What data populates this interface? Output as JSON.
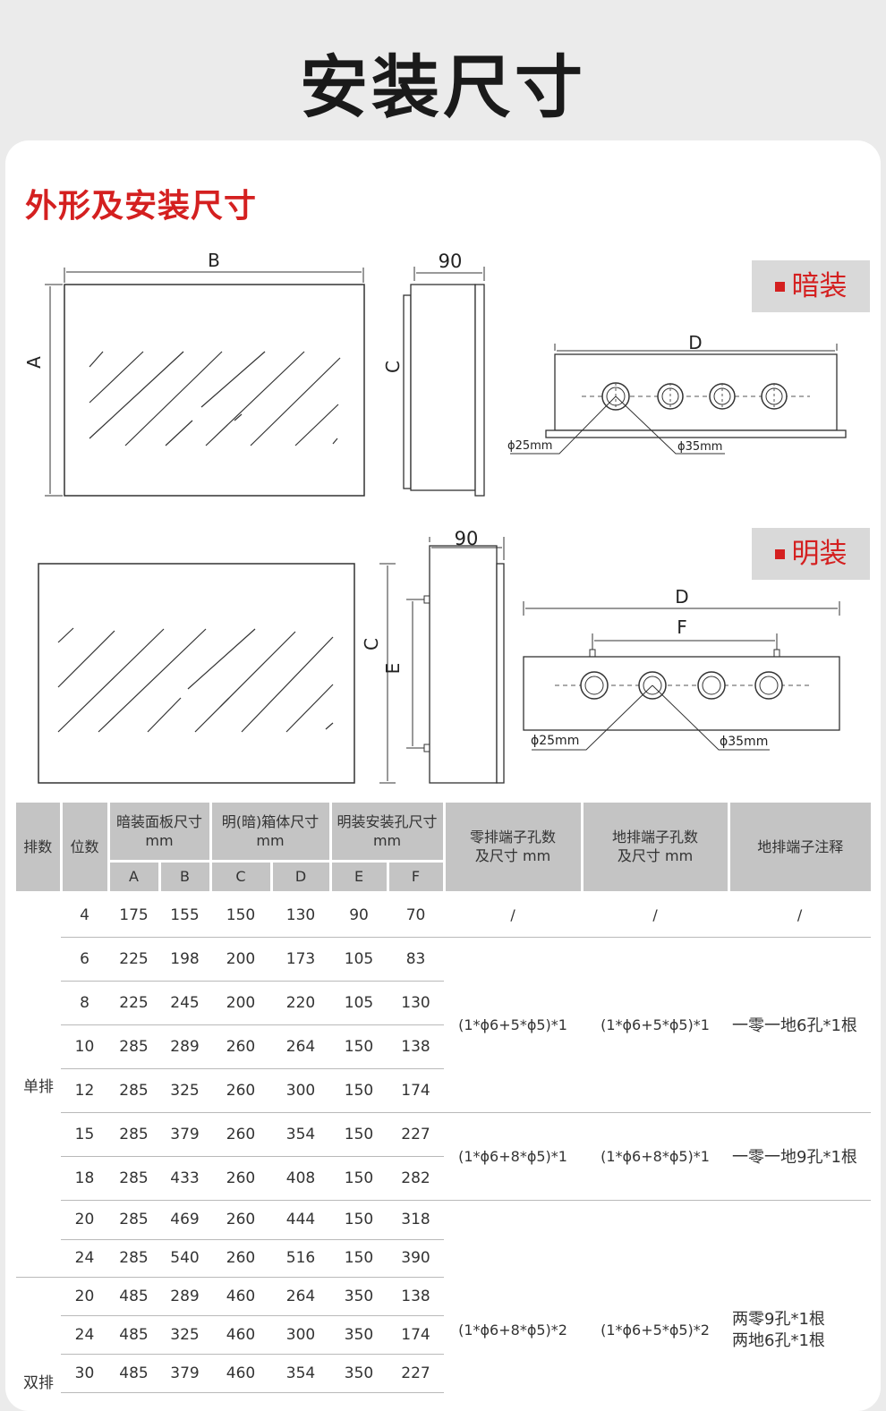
{
  "page": {
    "title": "安装尺寸",
    "section_heading": "外形及安装尺寸"
  },
  "mounts": {
    "concealed": "暗装",
    "surface": "明装"
  },
  "diagram": {
    "label_a": "A",
    "label_b": "B",
    "label_c": "C",
    "label_d": "D",
    "label_e": "E",
    "label_f": "F",
    "depth": "90",
    "hole_small": "ϕ25mm",
    "hole_large": "ϕ35mm"
  },
  "table": {
    "headers": {
      "rows": "排数",
      "positions": "位数",
      "panel_line1": "暗装面板尺寸",
      "panel_line2": "mm",
      "box_line1": "明(暗)箱体尺寸",
      "box_line2": "mm",
      "holes_line1": "明装安装孔尺寸",
      "holes_line2": "mm",
      "zero_line1": "零排端子孔数",
      "zero_line2": "及尺寸 mm",
      "ground_line1": "地排端子孔数",
      "ground_line2": "及尺寸 mm",
      "note": "地排端子注释",
      "a": "A",
      "b": "B",
      "c": "C",
      "d": "D",
      "e": "E",
      "f": "F"
    },
    "group_single": "单排",
    "group_double": "双排",
    "rows": [
      [
        "4",
        "175",
        "155",
        "150",
        "130",
        "90",
        "70"
      ],
      [
        "6",
        "225",
        "198",
        "200",
        "173",
        "105",
        "83"
      ],
      [
        "8",
        "225",
        "245",
        "200",
        "220",
        "105",
        "130"
      ],
      [
        "10",
        "285",
        "289",
        "260",
        "264",
        "150",
        "138"
      ],
      [
        "12",
        "285",
        "325",
        "260",
        "300",
        "150",
        "174"
      ],
      [
        "15",
        "285",
        "379",
        "260",
        "354",
        "150",
        "227"
      ],
      [
        "18",
        "285",
        "433",
        "260",
        "408",
        "150",
        "282"
      ],
      [
        "20",
        "285",
        "469",
        "260",
        "444",
        "150",
        "318"
      ],
      [
        "24",
        "285",
        "540",
        "260",
        "516",
        "150",
        "390"
      ],
      [
        "20",
        "485",
        "289",
        "460",
        "264",
        "350",
        "138"
      ],
      [
        "24",
        "485",
        "325",
        "460",
        "300",
        "350",
        "174"
      ],
      [
        "30",
        "485",
        "379",
        "460",
        "354",
        "350",
        "227"
      ]
    ],
    "specs": {
      "slash": "/",
      "zero_g1": "(1*ϕ6+5*ϕ5)*1",
      "ground_g1": "(1*ϕ6+5*ϕ5)*1",
      "note_g1": "一零一地6孔*1根",
      "zero_g2": "(1*ϕ6+8*ϕ5)*1",
      "ground_g2": "(1*ϕ6+8*ϕ5)*1",
      "note_g2": "一零一地9孔*1根",
      "zero_g4": "(1*ϕ6+8*ϕ5)*2",
      "ground_g4": "(1*ϕ6+5*ϕ5)*2",
      "note_g4_line1": "两零9孔*1根",
      "note_g4_line2": "两地6孔*1根"
    }
  }
}
